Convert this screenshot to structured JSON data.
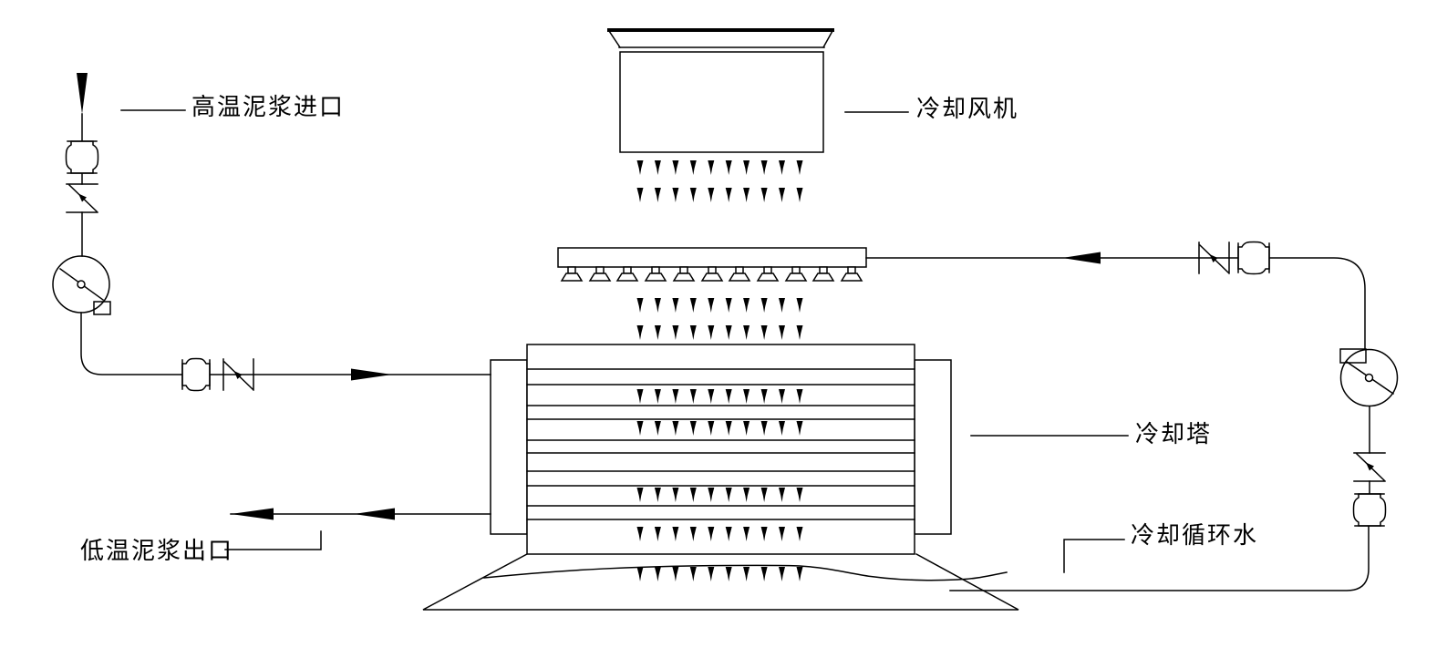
{
  "diagram": {
    "type": "cooling-tower-piping-schematic",
    "background_color": "#ffffff",
    "line_color": "#000000",
    "labels": {
      "fan": "冷却风机",
      "tower": "冷却塔",
      "circulating_water": "冷却循环水",
      "slurry_inlet": "高温泥浆进口",
      "slurry_outlet": "低温泥浆出口"
    },
    "components": [
      {
        "id": "cooling-fan",
        "symbol": "fan-housing-box"
      },
      {
        "id": "spray-header",
        "symbol": "header-with-nozzles",
        "nozzle_count": 11
      },
      {
        "id": "cooling-tower",
        "symbol": "tube-bundle-stack",
        "tube_line_count": 10
      },
      {
        "id": "water-basin",
        "symbol": "basin-with-water-surface"
      },
      {
        "id": "slurry-feed-pump",
        "symbol": "centrifugal-pump"
      },
      {
        "id": "circulating-water-pump",
        "symbol": "centrifugal-pump"
      },
      {
        "id": "check-valve",
        "symbol": "slash-valve",
        "count": 4
      },
      {
        "id": "flexible-joint",
        "symbol": "union-fitting",
        "count": 4
      }
    ]
  }
}
